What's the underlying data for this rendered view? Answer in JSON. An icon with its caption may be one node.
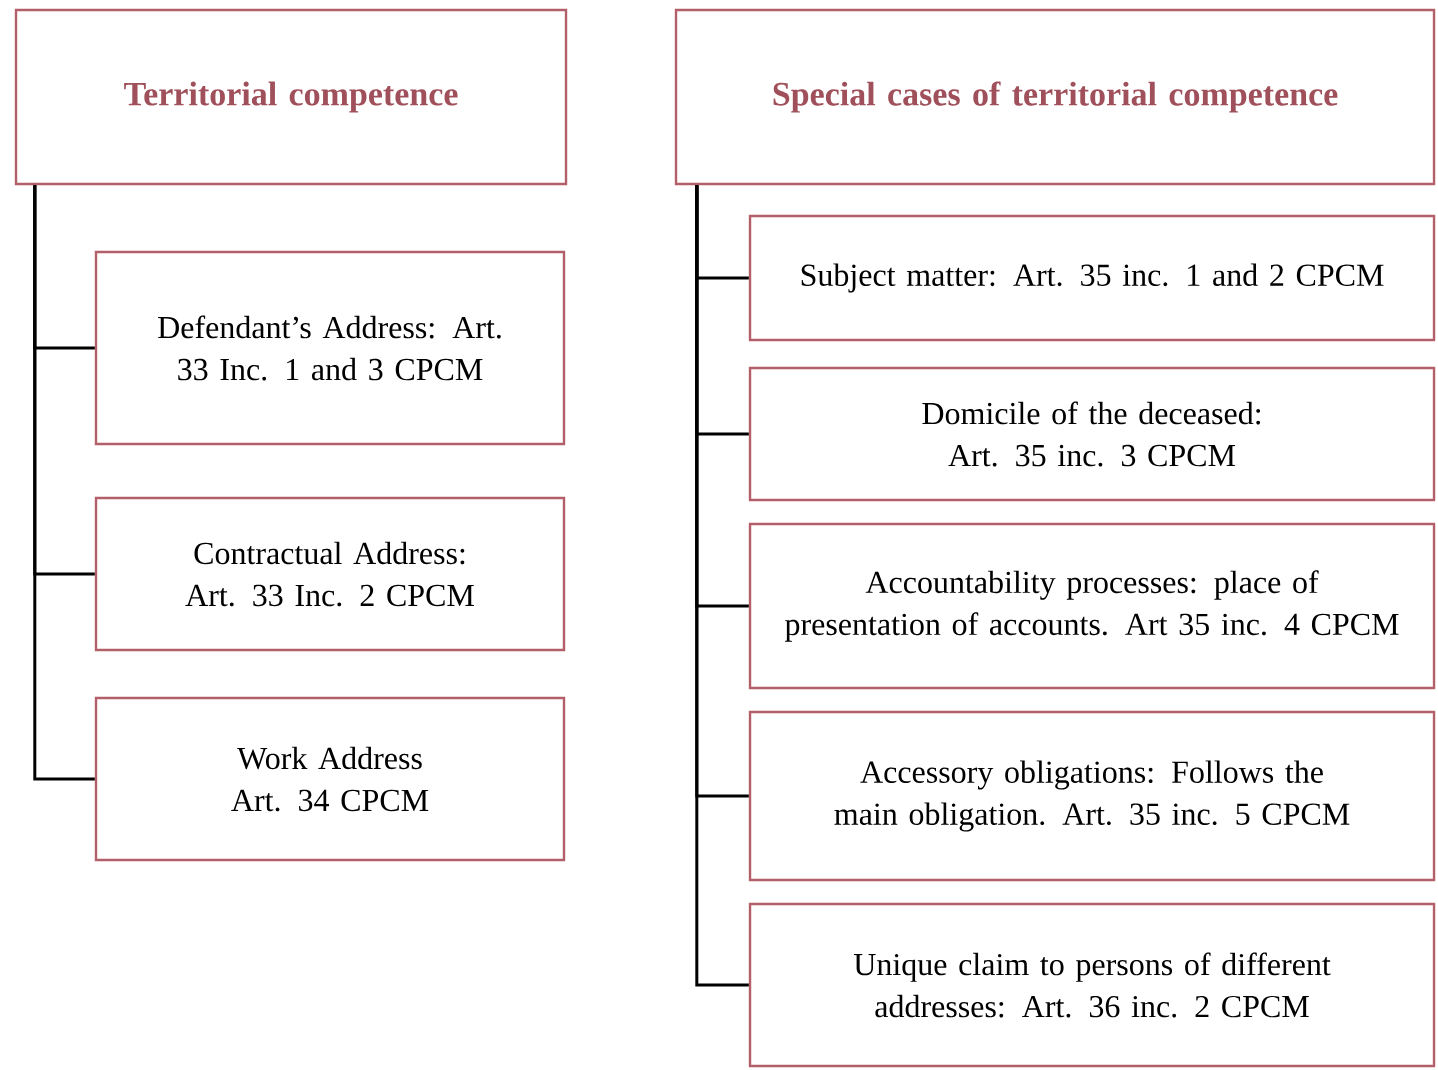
{
  "diagram": {
    "nodes": [
      {
        "text": [
          "Territorial competence"
        ]
      },
      {
        "text": [
          "Defendant’s Address: Art. 33 Inc. 1 and 3 CPCM"
        ]
      },
      {
        "text": [
          "Contractual Address: Art. 33 Inc. 2 CPCM"
        ]
      },
      {
        "text": [
          "Work Address Art. 34 CPCM"
        ]
      },
      {
        "text": [
          "Special cases of territorial competence"
        ]
      },
      {
        "text": [
          "Subject matter: Art. 35 inc. 1 and 2 CPCM"
        ]
      },
      {
        "text": [
          "Domicile of the deceased: Art. 35 inc. 3 CPCM"
        ]
      },
      {
        "text": [
          "Accountability processes: place of presentation of accounts. Art 35 inc.  4 CPCM"
        ]
      },
      {
        "text": [
          "Accessory obligations: Follows the main obligation. Art. 35 inc. 5 CPCM"
        ]
      },
      {
        "text": [
          "Unique claim to persons of different addresses: Art. 36 inc. 2 CPCM"
        ]
      }
    ],
    "edges": [
      {
        "from": 0,
        "to": 1,
        "arrow": "none"
      },
      {
        "from": 0,
        "to": 2,
        "arrow": "none"
      },
      {
        "from": 0,
        "to": 3,
        "arrow": "none"
      },
      {
        "from": 4,
        "to": 5,
        "arrow": "none"
      },
      {
        "from": 4,
        "to": 6,
        "arrow": "none"
      },
      {
        "from": 4,
        "to": 7,
        "arrow": "none"
      },
      {
        "from": 4,
        "to": 8,
        "arrow": "none"
      },
      {
        "from": 4,
        "to": 9,
        "arrow": "none"
      }
    ]
  }
}
